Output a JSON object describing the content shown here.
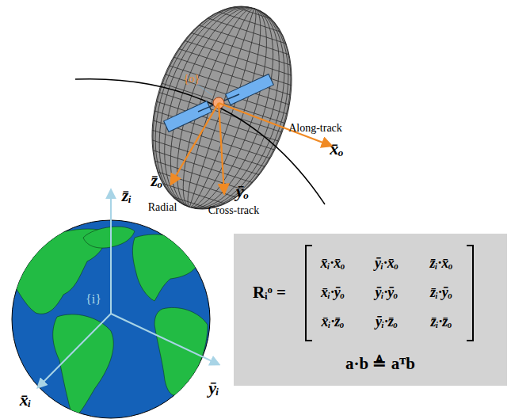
{
  "diagram": {
    "nodes": [
      {
        "text": [
          "Rᵢᵒ =",
          "x̄ᵢ·x̄ₒ",
          "ȳᵢ·x̄ₒ",
          "z̄ᵢ·x̄ₒ",
          "x̄ᵢ·ȳₒ",
          "ȳᵢ·ȳₒ",
          "z̄ᵢ·ȳₒ",
          "x̄ᵢ·z̄ₒ",
          "ȳᵢ·z̄ₒ",
          "z̄ᵢ·z̄ₒ",
          "a·b ≜ aᵀb"
        ]
      }
    ],
    "labels": [
      "{o}",
      "Along-track",
      "x̄ₒ",
      "z̄ₒ",
      "Radial",
      "ȳₒ",
      "Cross-track",
      "z̄ᵢ",
      "{i}",
      "x̄ᵢ",
      "ȳᵢ"
    ]
  }
}
